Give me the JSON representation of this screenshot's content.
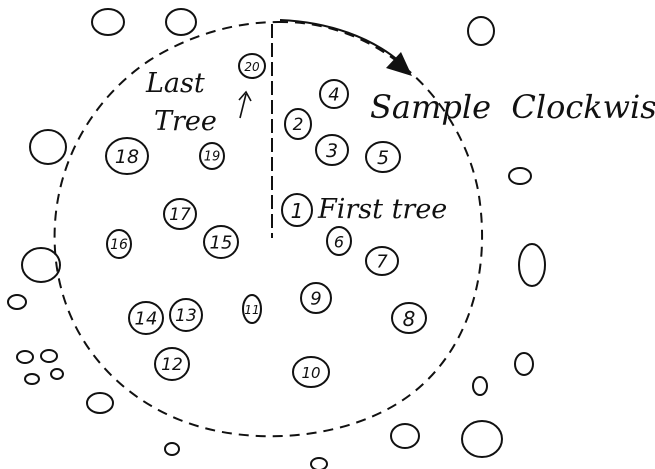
{
  "labels": {
    "last_tree_line1": "Last",
    "last_tree_line2": "Tree",
    "arrow_up": "↑",
    "sample_clockwise": "Sample  Clockwise",
    "first_tree": "First tree"
  },
  "trees": [
    {
      "number": "1"
    },
    {
      "number": "2"
    },
    {
      "number": "3"
    },
    {
      "number": "4"
    },
    {
      "number": "5"
    },
    {
      "number": "6"
    },
    {
      "number": "7"
    },
    {
      "number": "8"
    },
    {
      "number": "9"
    },
    {
      "number": "10"
    },
    {
      "number": "11"
    },
    {
      "number": "12"
    },
    {
      "number": "13"
    },
    {
      "number": "14"
    },
    {
      "number": "15"
    },
    {
      "number": "16"
    },
    {
      "number": "17"
    },
    {
      "number": "18"
    },
    {
      "number": "19"
    },
    {
      "number": "20"
    }
  ],
  "colors": {
    "ink": "#111111",
    "background": "#ffffff"
  }
}
